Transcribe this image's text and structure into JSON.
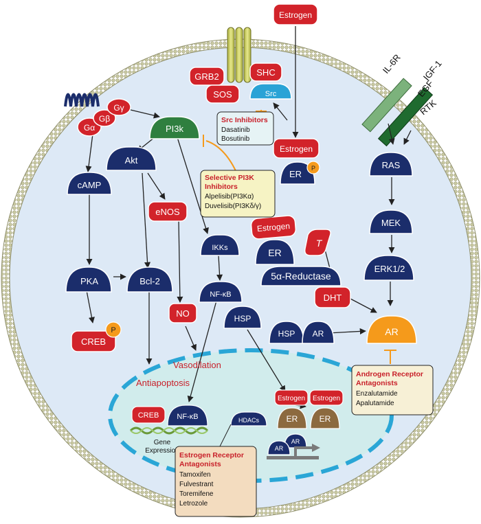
{
  "colors": {
    "red": "#d2232a",
    "navy": "#1b2d6b",
    "green": "#2f7f3f",
    "orange": "#f59a1b",
    "brown": "#8c6a3f",
    "cell_fill": "#dde9f6",
    "nucleus_fill": "#d1ecec",
    "nucleus_border": "#2aa6d6",
    "inhibitor_line": "#f59a1b",
    "box_fill": "#f7f0d6",
    "er_box_fill": "#f3dcbf",
    "src_box_fill": "#e6f3f5",
    "text_red": "#c8202a"
  },
  "nodes": {
    "estrogen_top": "Estrogen",
    "grb2": "GRB2",
    "shc": "SHC",
    "sos": "SOS",
    "src": "Src",
    "g_alpha": "Gα",
    "g_beta": "Gβ",
    "g_gamma": "Gγ",
    "pi3k": "PI3k",
    "akt": "Akt",
    "camp": "cAMP",
    "enos": "eNOS",
    "ikks": "IKKs",
    "pka": "PKA",
    "bcl2": "Bcl-2",
    "nfkb": "NF-κB",
    "no": "NO",
    "creb": "CREB",
    "p_label": "P",
    "estrogen_mid": "Estrogen",
    "er_phos": "ER",
    "estrogen_er": "Estrogen",
    "er_mid": "ER",
    "t_label": "T",
    "reductase": "5α-Reductase",
    "dht": "DHT",
    "hsp": "HSP",
    "hsp2": "HSP",
    "ar_hsp": "AR",
    "ar": "AR",
    "ras": "RAS",
    "mek": "MEK",
    "erk": "ERK1/2",
    "il6r": "IL-6R",
    "igf": "IGF-1",
    "egf": "EGF",
    "rtk": "RTK"
  },
  "labels": {
    "vasodilation": "Vasodilation",
    "antiapoptosis": "Antiapoptosis"
  },
  "nucleus": {
    "creb": "CREB",
    "nfkb": "NF-κB",
    "gene_expression_1": "Gene",
    "gene_expression_2": "Expression",
    "hdacs": "HDACs",
    "estrogen_a": "Estrogen",
    "estrogen_b": "Estrogen",
    "er_a": "ER",
    "er_b": "ER",
    "ar_a": "AR",
    "ar_b": "AR"
  },
  "boxes": {
    "src_inhibitors": {
      "title": "Src Inhibitors",
      "items": [
        "Dasatinib",
        "Bosutinib"
      ]
    },
    "pi3k_inhibitors": {
      "title_1": "Selective PI3K",
      "title_2": "Inhibitors",
      "items": [
        "Alpelisib(PI3Kα)",
        "Duvelisib(PI3Kδ/γ)"
      ]
    },
    "ar_antagonists": {
      "title_1": "Androgen Receptor",
      "title_2": "Antagonists",
      "items": [
        "Enzalutamide",
        "Apalutamide"
      ]
    },
    "er_antagonists": {
      "title_1": "Estrogen Receptor",
      "title_2": "Antagonists",
      "items": [
        "Tamoxifen",
        "Fulvestrant",
        "Toremifene",
        "Letrozole"
      ]
    }
  }
}
